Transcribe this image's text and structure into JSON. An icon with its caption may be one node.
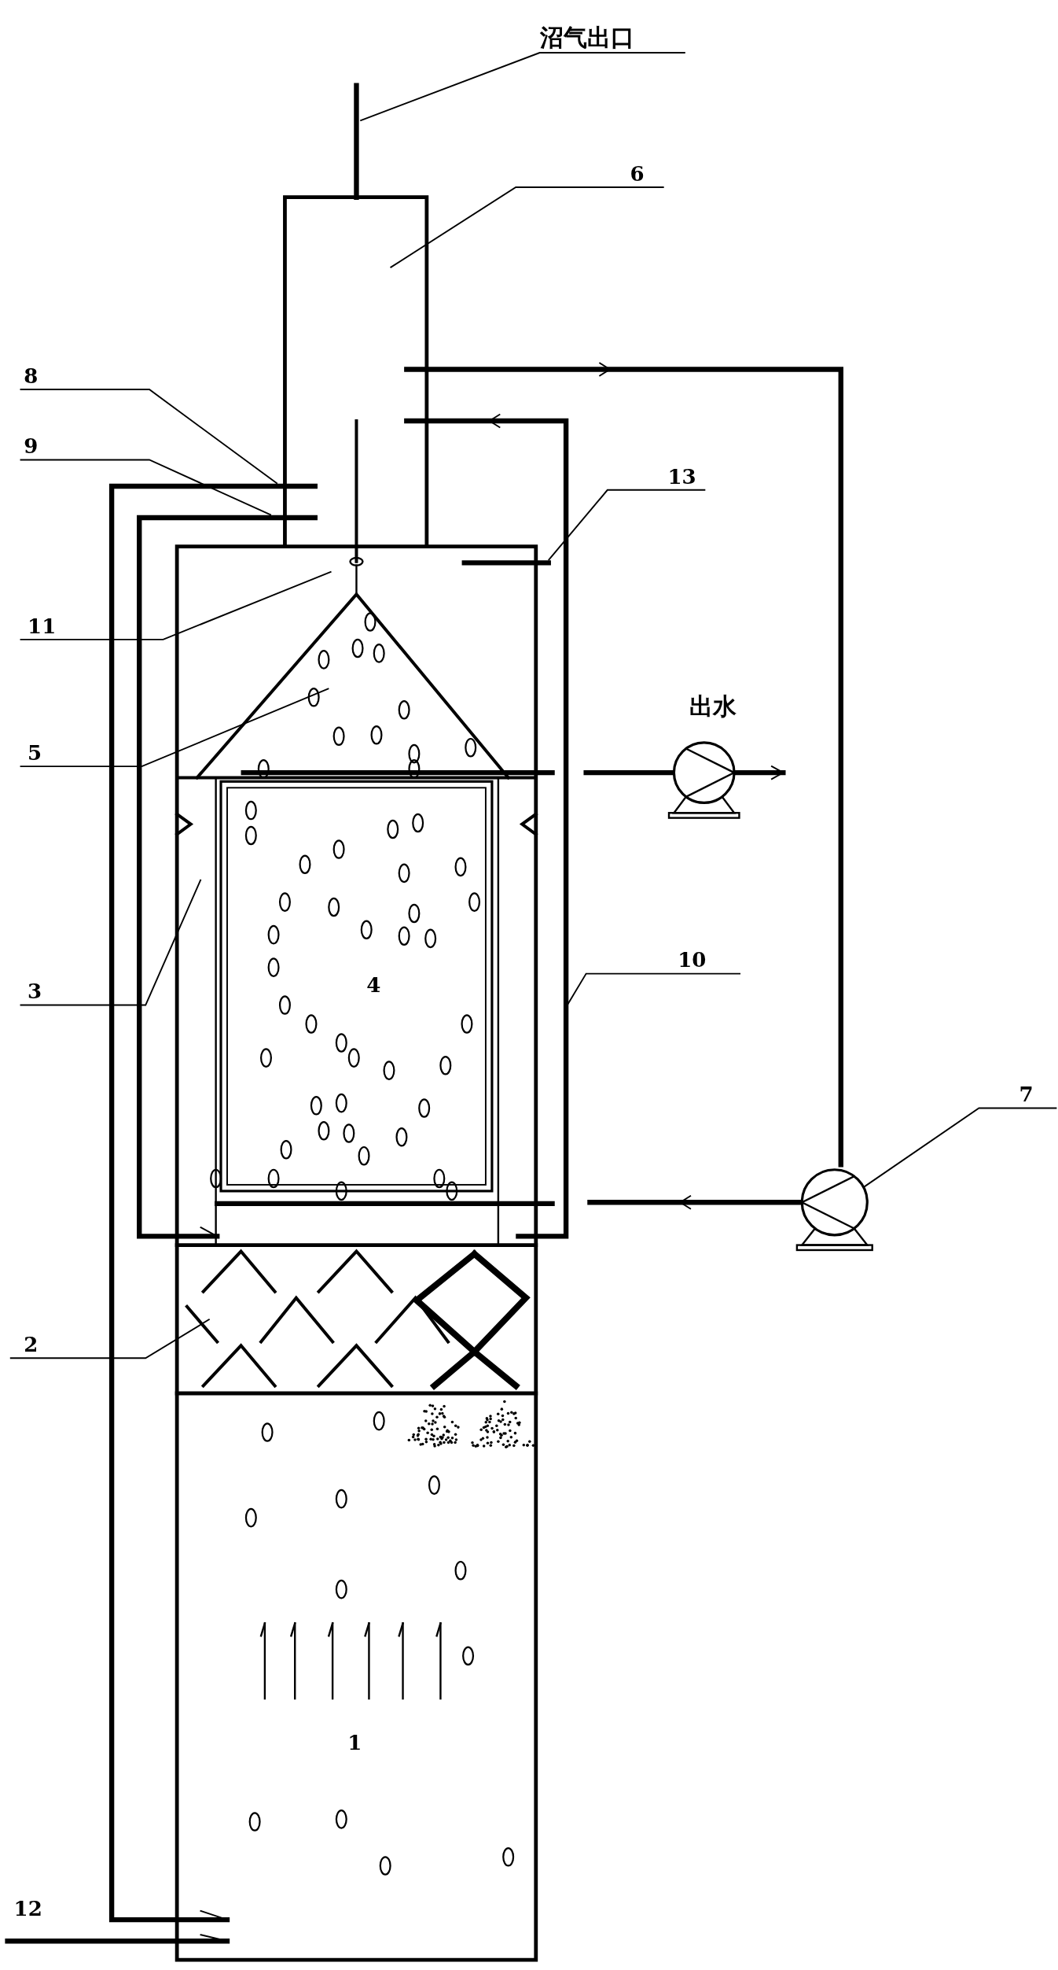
{
  "diagram": {
    "nodes": [
      {
        "text": [
          "沼气出口"
        ]
      },
      {
        "text": [
          "6"
        ]
      },
      {
        "text": [
          "8"
        ]
      },
      {
        "text": [
          "9"
        ]
      },
      {
        "text": [
          "13"
        ]
      },
      {
        "text": [
          "11"
        ]
      },
      {
        "text": [
          "5"
        ]
      },
      {
        "text": [
          "3"
        ]
      },
      {
        "text": [
          "10"
        ]
      },
      {
        "text": [
          "7"
        ]
      },
      {
        "text": [
          "2"
        ]
      }
    ],
    "edges": [
      {
        "from": 0,
        "to": null,
        "arrow": "none"
      },
      {
        "from": 1,
        "to": null,
        "arrow": "none"
      },
      {
        "from": 2,
        "to": null,
        "arrow": "none"
      },
      {
        "from": 3,
        "to": null,
        "arrow": "none"
      },
      {
        "from": 4,
        "to": null,
        "arrow": "none"
      },
      {
        "from": 5,
        "to": null,
        "arrow": "none"
      },
      {
        "from": 6,
        "to": null,
        "arrow": "none"
      },
      {
        "from": 7,
        "to": null,
        "arrow": "none"
      },
      {
        "from": 8,
        "to": null,
        "arrow": "none"
      },
      {
        "from": 9,
        "to": null,
        "arrow": "none"
      },
      {
        "from": 10,
        "to": null,
        "arrow": "none"
      }
    ],
    "labels": [
      "出水",
      "4",
      "1",
      "12"
    ]
  }
}
